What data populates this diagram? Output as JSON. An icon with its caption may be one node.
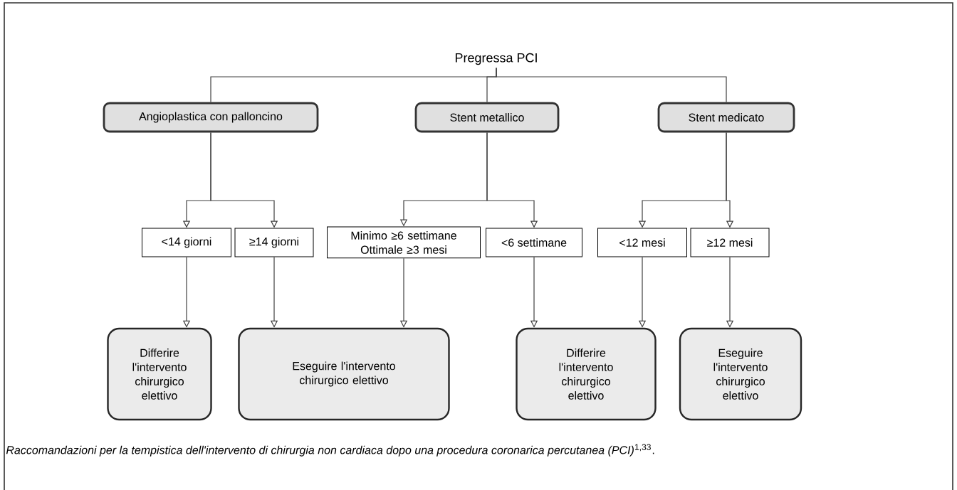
{
  "diagram": {
    "caption": "*Raccomandazioni per la tempistica dell'intervento di chirurgia non cardiaca dopo una procedura coronarica percutanea (PCI)*$^{1,33}$.",
    "nodes": [
      {
        "text": [
          "Pregressa PCI"
        ]
      },
      {
        "text": [
          "Angioplastica con palloncino"
        ]
      },
      {
        "text": [
          "Stent metallico"
        ]
      },
      {
        "text": [
          "Stent medicato"
        ]
      },
      {
        "text": [
          "<14 giorni"
        ]
      },
      {
        "text": [
          "≥14 giorni"
        ]
      },
      {
        "text": [
          "Minimo ≥6 settimane Ottimale ≥3 mesi"
        ]
      },
      {
        "text": [
          "<6 settimane"
        ]
      },
      {
        "text": [
          "<12 mesi"
        ]
      },
      {
        "text": [
          "≥12 mesi"
        ]
      },
      {
        "text": [
          "Differire l'intervento chirurgico elettivo"
        ]
      },
      {
        "text": [
          "Eseguire l'intervento chirurgico elettivo"
        ]
      },
      {
        "text": [
          "Differire l'intervento chirurgico elettivo"
        ]
      },
      {
        "text": [
          "Eseguire l'intervento chirurgico elettivo"
        ]
      }
    ],
    "edges": [
      {
        "from": 0,
        "to": 1,
        "arrow": "none"
      },
      {
        "from": 0,
        "to": 2,
        "arrow": "none"
      },
      {
        "from": 0,
        "to": 3,
        "arrow": "none"
      },
      {
        "from": 1,
        "to": 4,
        "arrow": "to"
      },
      {
        "from": 1,
        "to": 5,
        "arrow": "to"
      },
      {
        "from": 2,
        "to": 6,
        "arrow": "to"
      },
      {
        "from": 2,
        "to": 7,
        "arrow": "to"
      },
      {
        "from": 3,
        "to": 8,
        "arrow": "to"
      },
      {
        "from": 3,
        "to": 9,
        "arrow": "to"
      },
      {
        "from": 4,
        "to": 10,
        "arrow": "to"
      },
      {
        "from": 5,
        "to": 11,
        "arrow": "to"
      },
      {
        "from": 6,
        "to": 11,
        "arrow": "to"
      },
      {
        "from": 7,
        "to": 12,
        "arrow": "to"
      },
      {
        "from": 8,
        "to": 12,
        "arrow": "to"
      },
      {
        "from": 9,
        "to": 13,
        "arrow": "to"
      }
    ]
  }
}
